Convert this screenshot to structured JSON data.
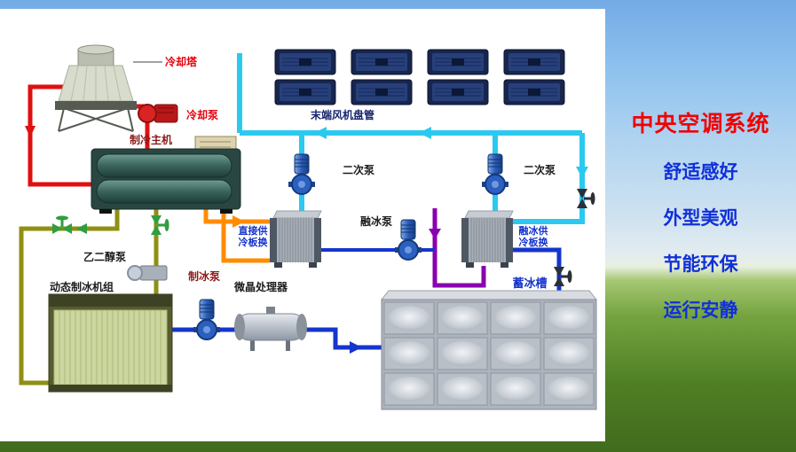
{
  "sidebar": {
    "title": "中央空调系统",
    "title_color": "#f00202",
    "features": [
      "舒适感好",
      "外型美观",
      "节能环保",
      "运行安静"
    ],
    "feature_color": "#1030d8"
  },
  "diagram": {
    "labels": {
      "cooling_tower": "冷却塔",
      "cooling_pump": "冷却泵",
      "chiller": "制冷主机",
      "fan_coil_units": "末端风机盘管",
      "secondary_pump_left": "二次泵",
      "secondary_pump_right": "二次泵",
      "melt_ice_pump": "融冰泵",
      "direct_hx_line1": "直接供",
      "direct_hx_line2": "冷板换",
      "melt_hx_line1": "融冰供",
      "melt_hx_line2": "冷板换",
      "glycol_pump": "乙二醇泵",
      "ice_making_unit": "动态制冰机组",
      "ice_pump": "制冰泵",
      "crystal_processor": "微晶处理器",
      "ice_storage_tank": "蓄冰槽"
    },
    "pipe_colors": {
      "cooling_water": "#e01010",
      "chilled_water": "#2bc9ef",
      "glycol": "#8f8f14",
      "direct_supply": "#ff8c00",
      "melt_supply": "#8a00b0",
      "ice_water": "#1535cc",
      "valve_green": "#2f9e3f",
      "valve_dark": "#2a2f38"
    },
    "label_colors": {
      "red": "#e8000d",
      "maroon": "#8b1a1a",
      "navy": "#16256e",
      "blue": "#1535cc",
      "black": "#1c1c1c"
    }
  }
}
